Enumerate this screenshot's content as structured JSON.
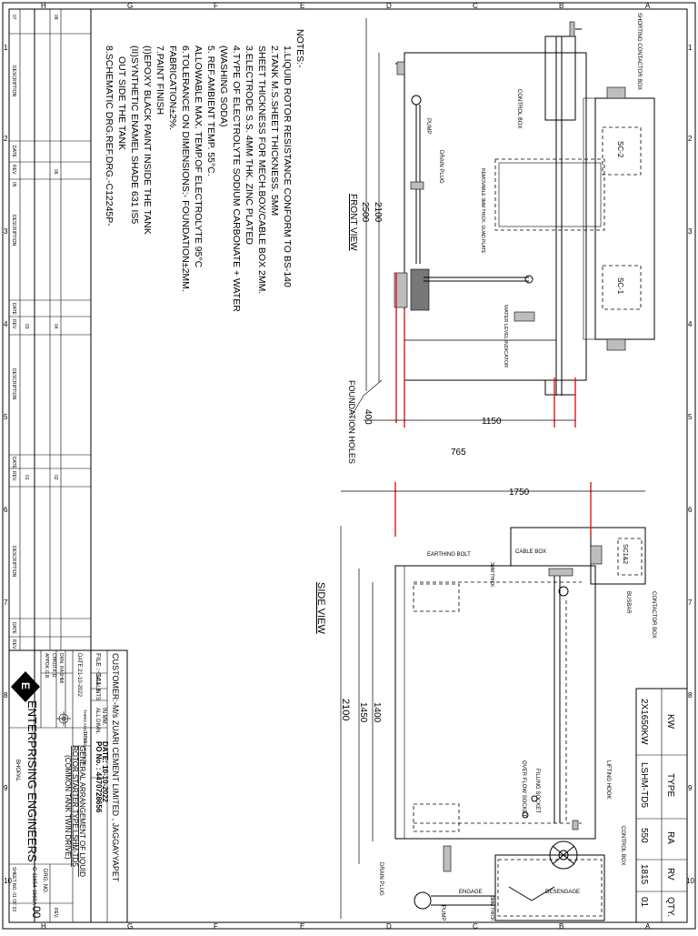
{
  "drawing": {
    "notes_title": "NOTES:-",
    "notes": [
      "1.LIQUID ROTOR RESISTANCE CONFORM TO BS-140",
      "2.TANK M.S.SHEET THICKNESS. 5MM",
      "SHEET THICKNESS FOR MECH.BOX/CABLE BOX 2MM.",
      "3.ELECTRODE S.S. 4MM THK. ZINC PLATED",
      "4.TYPE OF ELECTROLYTE SODIUM CARBONATE + WATER",
      "(WASHING SODA)",
      "5.  REF.AMBIENT TEMP. 55°C.",
      "ALLOWABLE MAX. TEMP.OF ELECTROLYTE 95°C",
      "6.TOLERANCE ON DIMENSIONS:-  FOUNDATION±2MM.",
      "FABRICATION±2%.",
      "7.PAINT FINISH",
      "(I)EPOXY BLACK PAINT INSIDE THE TANK",
      "(II)SYNTHETIC ENAMEL SHADE 631 IS5",
      "OUT SIDE THE TANK",
      "8.SCHEMATIC DRG.REF.DRG.-C12245P-"
    ],
    "front_view": {
      "title": "FRONT VIEW",
      "labels": {
        "shorting_contactor_box": "SHORTING CONTACTOR BOX",
        "control_box": "CONTROL BOX",
        "pump": "PUMP",
        "drain_plug": "DRAIN PLUG",
        "guard_plate": "REMOVABLE 3MM THICK. GUAD PLATE",
        "water_level": "WATER LEVEL INDICATOR",
        "sc2": "SC-2",
        "sc1": "SC-1",
        "foundation_holes": "FOUNDATION HOLES"
      },
      "dims": {
        "d2100": "2100",
        "d2500": "2500",
        "d765": "765",
        "d400": "400",
        "d1150": "1150"
      }
    },
    "side_view": {
      "title": "SIDE VIEW",
      "labels": {
        "earthing_bolt": "EARTHING BOLT",
        "cable_box": "CABLE BOX",
        "contactor_box": "CONTACTOR BOX",
        "busbar": "BUSBAR",
        "sc12": "SC1&2",
        "thk3": "3MM THICK.",
        "lifting_hook": "LIFTING HOOK",
        "filling_socket": "FILLING SOCKET",
        "overflow_socket": "OVER FLOW SOCKET",
        "control_box": "CONTROL BOX",
        "drain_plug": "DRAIN PLUG",
        "engage": "ENGAGE",
        "desengage": "DESENGAGE",
        "pump": "PUMP",
        "thk3b": "3MM THICK"
      },
      "dims": {
        "d1750": "1750",
        "d1400": "1400",
        "d1450": "1450",
        "d2100": "2100"
      }
    },
    "spec_table": {
      "headers": [
        "KW",
        "TYPE",
        "RA",
        "RV",
        "QTY."
      ],
      "row": [
        "2X1650KW",
        "LSHM-TD5",
        "550",
        "1815",
        "01"
      ]
    },
    "title_block": {
      "customer": "CUSTOMER:-M/s ZUARI CEMENT LIMITED , JAGGAYYAPET",
      "file": "FILE :-GA1",
      "scale_label": "SCALE",
      "scale": "NTS",
      "all_dimn": "ALL DIMN.",
      "in_mm": "IN MM.",
      "date": "DATE:21-10-2022",
      "po_no": "PO No. : 4470728656",
      "po_date": "DATE: 10-10-2022",
      "drn": "DRN.",
      "drn_by": "RASHMI",
      "chkd": "CHKD.",
      "chkd_by": "T.K.D.",
      "appd": "APPD.",
      "appd_by": "K.G.B.",
      "projection": "THIRD ANGLE PROJECTION",
      "title_label": "TITLE",
      "title_line1": "GENERAL ARRANGEMENT OF LIQUID",
      "title_line2": "ROTOR STARTER TYPE:LSHM-TD5",
      "title_line3": "(COMMON TANK TWIN DRIVE)",
      "company": "ENTERPRISING ENGINEERS",
      "city": "BHOPAL",
      "drg_no_label": "DRG. NO.",
      "drg_no": "C-11654-1660A",
      "rev_label": "REV.",
      "rev": "00",
      "sheet": "SHEET NO. 01 OF 03"
    },
    "revision_block": {
      "labels": {
        "rev": "REV.",
        "date": "DATE",
        "description": "DESCRIPTION"
      },
      "numbers": [
        "07",
        "08",
        "05",
        "06",
        "03",
        "04",
        "01",
        "02"
      ]
    },
    "border": {
      "cols": [
        "1",
        "2",
        "3",
        "4",
        "5",
        "6",
        "7",
        "8",
        "9",
        "10"
      ],
      "rows": [
        "A",
        "B",
        "C",
        "D",
        "E",
        "F",
        "G",
        "H"
      ]
    }
  }
}
